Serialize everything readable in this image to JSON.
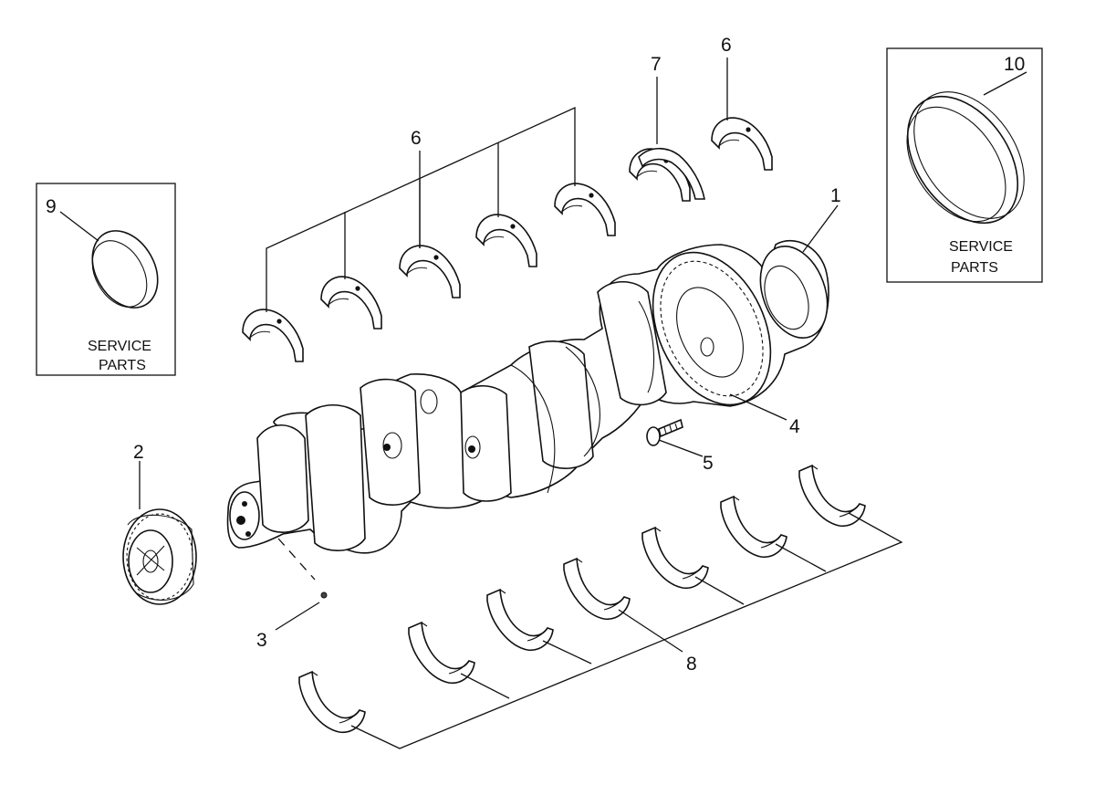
{
  "callouts": {
    "c1": "1",
    "c2": "2",
    "c3": "3",
    "c4": "4",
    "c5": "5",
    "c6a": "6",
    "c6b": "6",
    "c7": "7",
    "c8": "8",
    "c9": "9",
    "c10": "10"
  },
  "service_boxes": {
    "left": {
      "line1": "SERVICE",
      "line2": "PARTS"
    },
    "right": {
      "line1": "SERVICE",
      "line2": "PARTS"
    }
  }
}
